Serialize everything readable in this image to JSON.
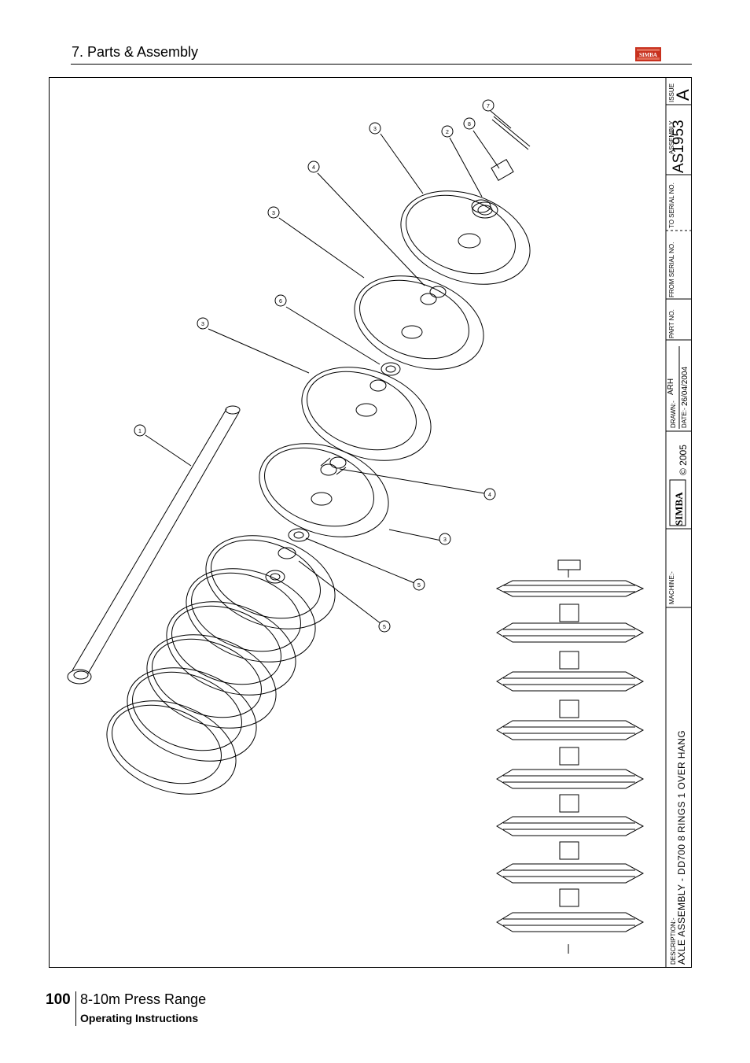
{
  "header": {
    "section_title": "7. Parts & Assembly",
    "logo_text": "SIMBA"
  },
  "title_block": {
    "issue_label": "ISSUE",
    "issue_value": "A",
    "assembly_label": "ASSEMBLY",
    "assembly_value": "AS1953",
    "to_serial_label": "TO SERIAL NO.",
    "from_serial_label": "FROM SERIAL NO.",
    "part_no_label": "PART NO.",
    "drawn_label": "DRAWN:-",
    "drawn_value": "ARH",
    "date_label": "DATE:-",
    "date_value": "26/04/2004",
    "copyright": "© 2005",
    "logo_text": "SIMBA",
    "machine_label": "MACHINE:-",
    "description_label": "DESCRIPTION:-",
    "description_value": "AXLE ASSEMBLY - DD700 8 RINGS 1 OVER HANG"
  },
  "callouts": [
    "1",
    "3",
    "3",
    "3",
    "4",
    "3",
    "2",
    "8",
    "7",
    "6",
    "4",
    "3",
    "5",
    "5"
  ],
  "footer": {
    "page_number": "100",
    "range": "8-10m Press Range",
    "subtitle": "Operating Instructions"
  },
  "colors": {
    "line": "#000000",
    "logo_red": "#c8311e"
  }
}
